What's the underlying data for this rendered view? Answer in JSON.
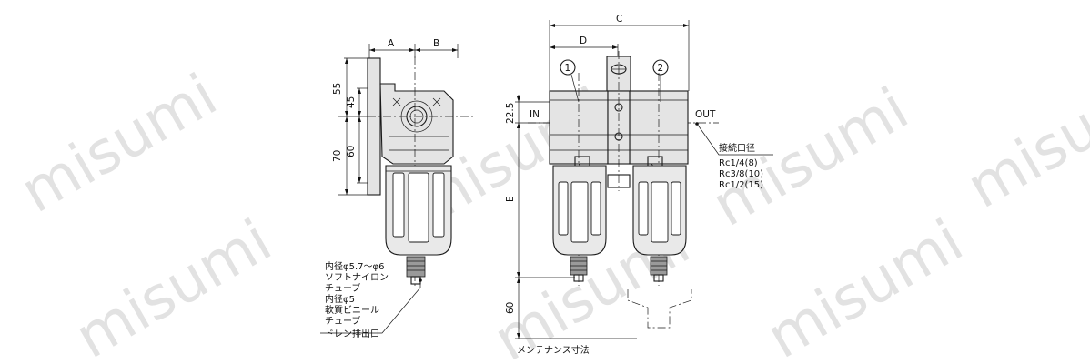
{
  "watermark": "misumi",
  "left_view": {
    "dims": {
      "a": "A",
      "b": "B",
      "d55": "55",
      "d45": "45",
      "d60": "60",
      "d70": "70"
    },
    "notes": [
      "内径φ5.7～φ6",
      "ソフトナイロン",
      "チューブ",
      "内径φ5",
      "軟質ビニール",
      "チューブ",
      "ドレン排出口"
    ]
  },
  "right_view": {
    "dims": {
      "c": "C",
      "d": "D",
      "d225": "22.5",
      "e": "E",
      "d60": "60"
    },
    "port_in": "IN",
    "port_out": "OUT",
    "unit1": "1",
    "unit2": "2",
    "connection_title": "接続口径",
    "connections": [
      "Rc1/4(8)",
      "Rc3/8(10)",
      "Rc1/2(15)"
    ],
    "maintenance": "メンテナンス寸法"
  }
}
